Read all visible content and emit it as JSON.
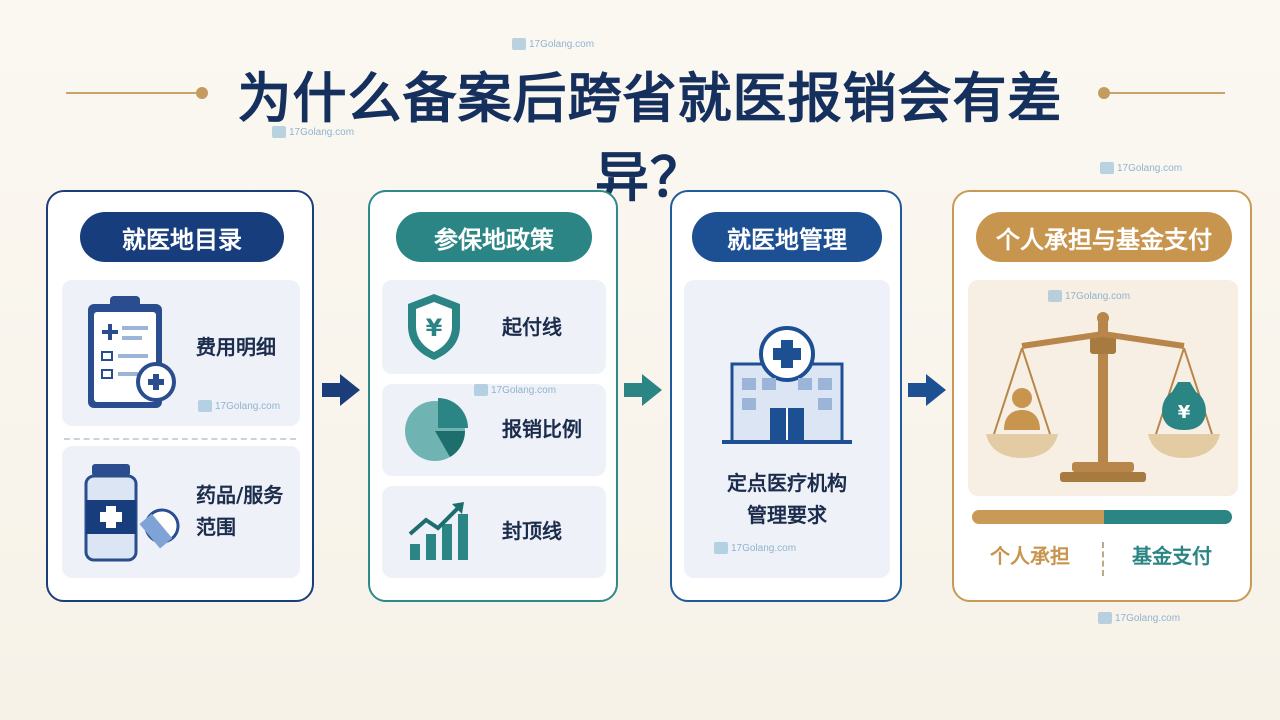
{
  "title": "为什么备案后跨省就医报销会有差异？",
  "watermark": "17Golang.com",
  "panels": [
    {
      "heading": "就医地目录",
      "items": [
        {
          "label": "费用明细",
          "icon": "clipboard-plus-icon"
        },
        {
          "label1": "药品/服务",
          "label2": "范围",
          "icon": "medicine-bottle-icon"
        }
      ]
    },
    {
      "heading": "参保地政策",
      "items": [
        {
          "label": "起付线",
          "icon": "shield-yuan-icon"
        },
        {
          "label": "报销比例",
          "icon": "pie-chart-icon"
        },
        {
          "label": "封顶线",
          "icon": "bar-growth-icon"
        }
      ]
    },
    {
      "heading": "就医地管理",
      "items": [
        {
          "label1": "定点医疗机构",
          "label2": "管理要求",
          "icon": "hospital-icon"
        }
      ]
    },
    {
      "heading": "个人承担与基金支付",
      "items": [
        {
          "icon": "balance-scale-icon"
        }
      ],
      "split": {
        "left": "个人承担",
        "right": "基金支付"
      }
    }
  ],
  "colors": {
    "navy": "#173d7c",
    "teal": "#2a8584",
    "blue": "#1d4f93",
    "gold": "#c8954f"
  }
}
